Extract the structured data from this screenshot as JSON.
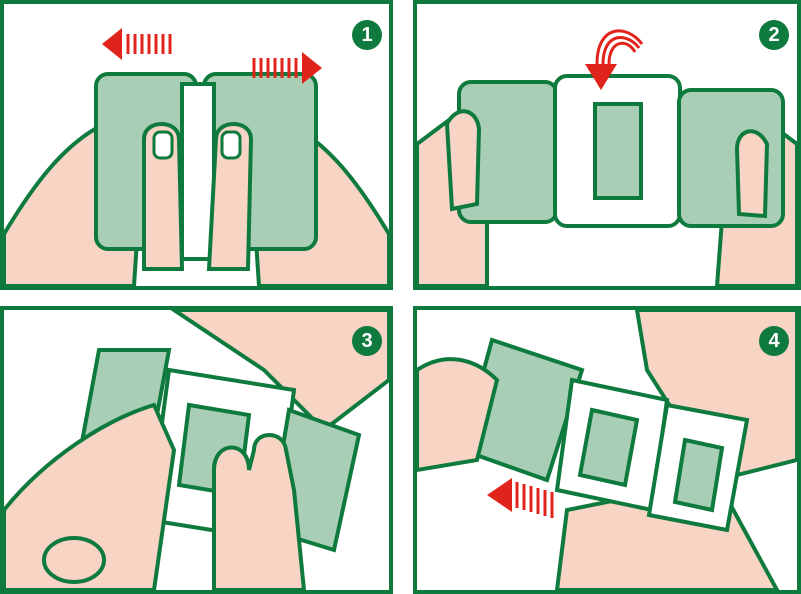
{
  "steps": [
    {
      "number": "1"
    },
    {
      "number": "2"
    },
    {
      "number": "3"
    },
    {
      "number": "4"
    }
  ],
  "colors": {
    "frame": "#0f7a3d",
    "skin": "#f7d4c4",
    "pad": "#a8cfb6",
    "arrow": "#e0241b",
    "background": "#ffffff"
  }
}
